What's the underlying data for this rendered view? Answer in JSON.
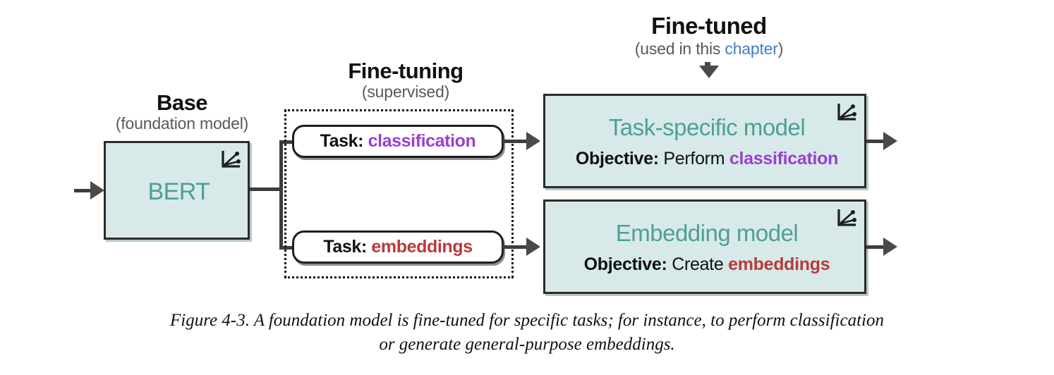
{
  "figure": {
    "caption_line1": "Figure 4-3. A foundation model is fine-tuned for specific tasks; for instance, to perform classification",
    "caption_line2": "or generate general-purpose embeddings."
  },
  "colors": {
    "teal_fill": "#d7e9e9",
    "teal_text": "#4f9e97",
    "purple": "#9a3fd0",
    "red": "#b93a38",
    "blue": "#3c7fc4",
    "gray_text": "#59595b",
    "outline": "#1d1d1d",
    "connector": "#3d3d3d"
  },
  "stages": {
    "base": {
      "title": "Base",
      "subtitle": "(foundation model)",
      "box_label": "BERT",
      "icon": "trend-axis-icon"
    },
    "finetuning": {
      "title": "Fine-tuning",
      "subtitle": "(supervised)",
      "tasks": [
        {
          "prefix": "Task:",
          "value": "classification",
          "value_color": "#9a3fd0"
        },
        {
          "prefix": "Task:",
          "value": "embeddings",
          "value_color": "#b93a38"
        }
      ]
    },
    "finetuned": {
      "title": "Fine-tuned",
      "subtitle_prefix": "(used in this ",
      "subtitle_link": "chapter",
      "subtitle_suffix": ")",
      "models": [
        {
          "name": "Task-specific model",
          "objective_label": "Objective:",
          "objective_verb": "Perform",
          "objective_target": "classification",
          "target_color": "#9a3fd0",
          "icon": "trend-axis-icon"
        },
        {
          "name": "Embedding model",
          "objective_label": "Objective:",
          "objective_verb": "Create",
          "objective_target": "embeddings",
          "target_color": "#b93a38",
          "icon": "trend-axis-icon"
        }
      ]
    }
  }
}
